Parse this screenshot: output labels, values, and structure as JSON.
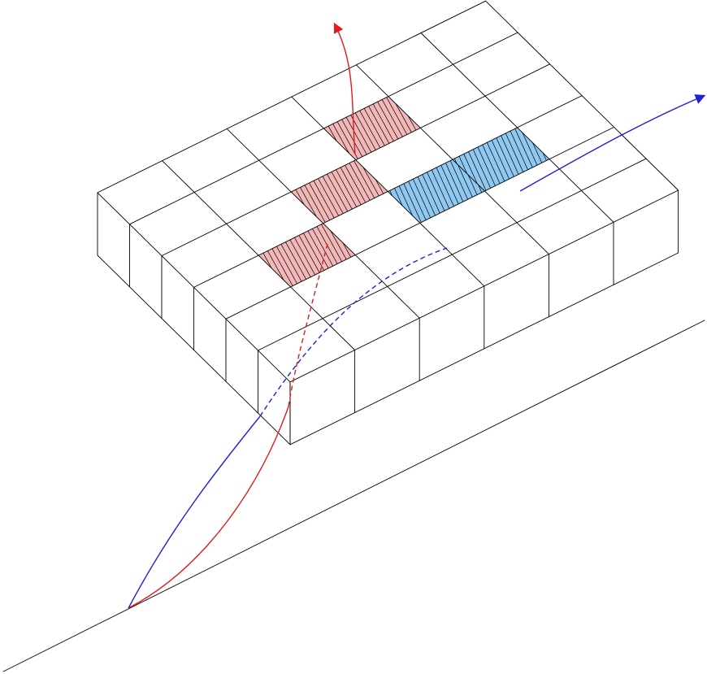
{
  "colors": {
    "line": "#000000",
    "background": "#ffffff",
    "red_ray": "#e41a1c",
    "blue_ray": "#1f20d8",
    "red_cell_fill": "#f4b7b7",
    "blue_cell_fill": "#8fc8f0"
  },
  "grid": {
    "rows": 6,
    "columns": 6,
    "highlighted_red_cells": [
      [
        1,
        3
      ],
      [
        2,
        2
      ],
      [
        3,
        1
      ]
    ],
    "highlighted_blue_cells": [
      [
        3,
        3
      ],
      [
        3,
        4
      ]
    ]
  },
  "rays": [
    {
      "name": "red",
      "color": "#e41a1c",
      "style": "solid-dashed-solid",
      "arrow": "up"
    },
    {
      "name": "blue",
      "color": "#1f20d8",
      "style": "solid-dashed-solid",
      "arrow": "right"
    }
  ]
}
